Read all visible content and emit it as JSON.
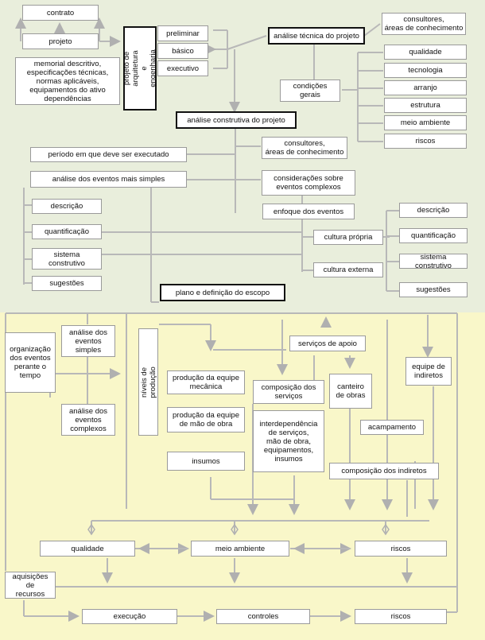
{
  "top": {
    "contrato": "contrato",
    "projeto": "projeto",
    "memorial": "memorial descritivo,\nespecificações técnicas,\nnormas aplicáveis,\nequipamentos do ativo\ndependências",
    "projeto_arquitetura": "projeto de arquitetura\ne engenharia",
    "preliminar": "preliminar",
    "basico": "básico",
    "executivo": "executivo",
    "analise_tecnica": "análise técnica do projeto",
    "consultores_1": "consultores,\náreas de conhecimento",
    "condicoes_gerais": "condições\ngerais",
    "qualidade": "qualidade",
    "tecnologia": "tecnologia",
    "arranjo": "arranjo",
    "estrutura": "estrutura",
    "meio_ambiente": "meio ambiente",
    "riscos": "riscos",
    "analise_construtiva": "análise construtiva  do projeto",
    "consultores_2": "consultores,\náreas de conhecimento",
    "periodo": "período em que deve ser executado",
    "analise_eventos_simples": "análise dos eventos mais simples",
    "consideracoes": "considerações sobre\neventos complexos",
    "descricao_l": "descrição",
    "enfoque": "enfoque dos eventos",
    "descricao_r": "descrição",
    "quantificacao_l": "quantificação",
    "cultura_propria": "cultura própria",
    "quantificacao_r": "quantificação",
    "sistema_construtivo_l": "sistema\nconstrutivo",
    "cultura_externa": "cultura externa",
    "sistema_construtivo_r": "sistema construtivo",
    "sugestoes_l": "sugestões",
    "sugestoes_r": "sugestões",
    "plano": "plano e definição do escopo"
  },
  "bottom": {
    "organizacao": "organização\ndos eventos\nperante o\ntempo",
    "analise_simples": "análise dos\neventos\nsimples",
    "analise_complexos": "análise dos\neventos\ncomplexos",
    "niveis_producao": "níveis  de  produção",
    "servicos_apoio": "serviços de apoio",
    "equipe_indiretos": "equipe de\nindiretos",
    "producao_mecanica": "produção da equipe\nmecânica",
    "composicao_servicos": "composição dos\nserviços",
    "canteiro": "canteiro\nde obras",
    "producao_mao_obra": "produção da equipe\nde mão de obra",
    "interdependencia": "interdependência\nde serviços,\nmão de obra,\nequipamentos,\ninsumos",
    "acampamento": "acampamento",
    "insumos": "insumos",
    "composicao_indiretos": "composição dos indiretos",
    "qualidade": "qualidade",
    "meio_ambiente": "meio ambiente",
    "riscos_1": "riscos",
    "aquisicoes": "aquisições de\nrecursos",
    "execucao": "execução",
    "controles": "controles",
    "riscos_2": "riscos"
  }
}
